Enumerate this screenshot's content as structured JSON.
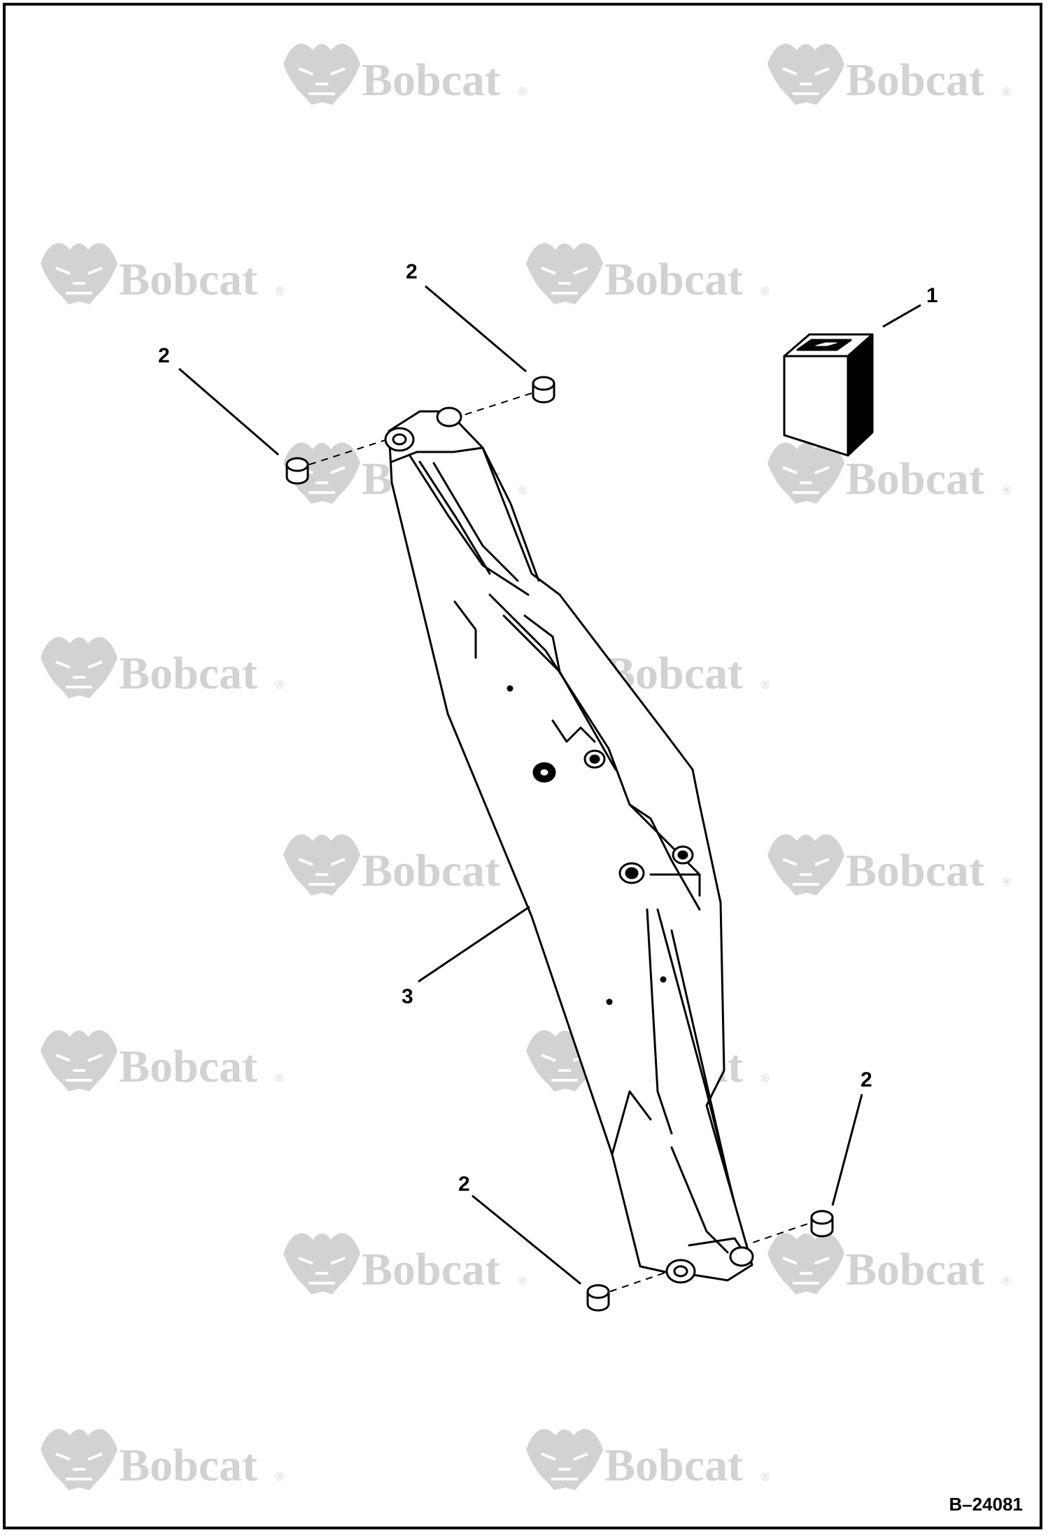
{
  "watermark": {
    "brand": "Bobcat",
    "mark": "®"
  },
  "callouts": {
    "part1": "1",
    "part2_top_left": "2",
    "part2_top_right": "2",
    "part2_bottom_left": "2",
    "part2_bottom_right": "2",
    "part3": "3"
  },
  "drawing_number": "B–24081",
  "colors": {
    "line": "#000000",
    "watermark": "#d2d2d2",
    "background": "#ffffff"
  }
}
